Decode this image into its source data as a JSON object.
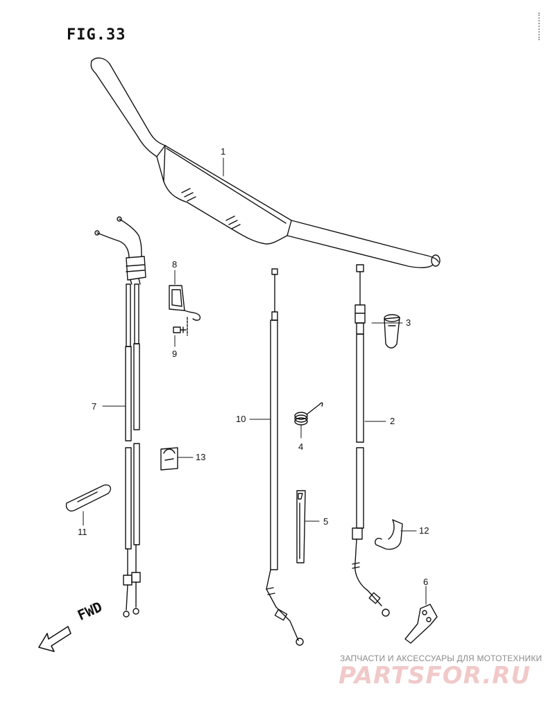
{
  "figure": {
    "title": "FIG.33"
  },
  "callouts": [
    "1",
    "2",
    "3",
    "4",
    "5",
    "6",
    "7",
    "8",
    "9",
    "10",
    "11",
    "12",
    "13"
  ],
  "direction": {
    "label": "FWD"
  },
  "watermark": {
    "subtitle": "ЗАПЧАСТИ И АКСЕССУАРЫ ДЛЯ МОТОТЕХНИКИ",
    "logo": "PARTSFOR.RU"
  },
  "colors": {
    "line": "#111111",
    "watermark": "#f1c9c9",
    "watermark_sub": "#8a8a8a"
  }
}
